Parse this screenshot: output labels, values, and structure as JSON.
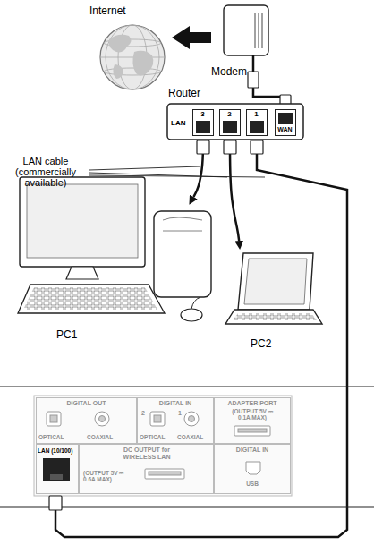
{
  "diagram": {
    "nodes": [
      {
        "text": [
          "Internet"
        ]
      },
      {
        "text": [
          "Modem"
        ]
      },
      {
        "text": [
          "Router",
          "LAN"
        ]
      },
      {
        "text": [
          "3"
        ],
        "in": 2
      },
      {
        "text": [
          "2"
        ],
        "in": 2
      },
      {
        "text": [
          "1"
        ],
        "in": 2
      },
      {
        "text": [
          "WAN"
        ],
        "in": 2
      },
      {
        "text": [
          "PC1"
        ]
      },
      {
        "text": [
          "PC2"
        ]
      },
      {
        "text": [
          "DIGITAL OUT",
          "OPTICAL",
          "COAXIAL"
        ]
      },
      {
        "text": [
          "DIGITAL IN",
          "2",
          "1",
          "OPTICAL",
          "COAXIAL"
        ]
      },
      {
        "text": [
          "ADAPTER PORT",
          "(OUTPUT 5V ⎓ 0.1A MAX)"
        ]
      },
      {
        "text": [
          "LAN (10/100)"
        ]
      },
      {
        "text": [
          "DC OUTPUT for WIRELESS LAN",
          "(OUTPUT 5V ⎓ 0.6A MAX)"
        ]
      },
      {
        "text": [
          "DIGITAL IN",
          "USB"
        ]
      }
    ],
    "edges": [
      {
        "from": 1,
        "to": 0,
        "arrow": "to"
      },
      {
        "from": 1,
        "to": 6,
        "arrow": "none"
      },
      {
        "from": 3,
        "to": 7,
        "arrow": "to"
      },
      {
        "from": 4,
        "to": 8,
        "arrow": "to"
      },
      {
        "from": 5,
        "to": 12,
        "arrow": "none"
      }
    ],
    "labels": [
      "LAN cable (commercially available)"
    ]
  }
}
